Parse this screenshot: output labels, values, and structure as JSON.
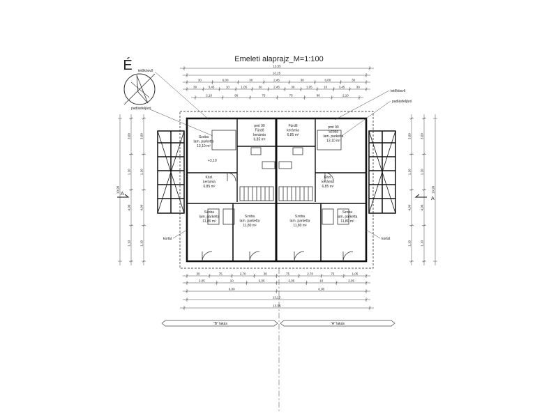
{
  "plan": {
    "title": "Emeleti alaprajz_M=1:100",
    "north": "É",
    "section_a": "A",
    "footer_left": "\"B\" lakás",
    "footer_right": "\"A\" lakás",
    "leader_labels": {
      "telfkosvo_left": "tetőkösvő",
      "padlasfeljaro_left": "padlásfeljáró",
      "tetokosvo_right": "tetőkösvő",
      "padlasfeljaro_right": "padlásfeljáró",
      "korlat_left": "korlát",
      "korlat_right": "korlát"
    },
    "dims_top": {
      "overall": "13,55",
      "sub1": "13,25",
      "r3": [
        "30",
        "6,00",
        "30",
        "2,45",
        "30",
        "6,00",
        "30"
      ],
      "r4": [
        "30",
        "3,45",
        "10",
        "1,05",
        "30",
        "2,45",
        "30",
        "1,05",
        "10",
        "3,45",
        "30"
      ],
      "r5": [
        "2,10",
        "90",
        "75",
        "75",
        "90",
        "2,10"
      ]
    },
    "dims_bottom": {
      "r1": [
        "30",
        "75",
        "2,70",
        "30",
        "75",
        "2,70",
        "75",
        "1,05"
      ],
      "r2": [
        "2,05",
        "10",
        "2,05",
        "2,05",
        "10",
        "2,05"
      ],
      "r3": [
        "6,00",
        "6,00"
      ],
      "sub": "13,25",
      "overall": "13,55"
    },
    "dims_side": {
      "overall": "10,90",
      "parts": [
        "3,60",
        "1,10",
        "4,90",
        "1,10"
      ]
    },
    "rooms": [
      {
        "id": "h-left",
        "lines": [
          "pmt 90",
          "Fürdő",
          "kerámia",
          "6,85 m²"
        ]
      },
      {
        "id": "b1-left",
        "lines": [
          "Szoba",
          "lam. parketta",
          "13,10 m²"
        ]
      },
      {
        "id": "c-left",
        "lines": [
          "Közl.",
          "kerámia",
          "6,85 m²"
        ]
      },
      {
        "id": "b2-left",
        "lines": [
          "Szoba",
          "lam. parketta",
          "11,80 m²"
        ]
      },
      {
        "id": "b3-left",
        "lines": [
          "Szoba",
          "lam. parketta",
          "11,80 m²"
        ]
      },
      {
        "id": "h-right",
        "lines": [
          "Fürdő",
          "kerámia",
          "6,85 m²"
        ]
      },
      {
        "id": "b1-right",
        "lines": [
          "pmt 90",
          "Szoba",
          "lam. parketta",
          "13,10 m²"
        ]
      },
      {
        "id": "c-right",
        "lines": [
          "Közl.",
          "kerámia",
          "6,85 m²"
        ]
      },
      {
        "id": "b2-right",
        "lines": [
          "Szoba",
          "lam. parketta",
          "11,80 m²"
        ]
      },
      {
        "id": "b3-right",
        "lines": [
          "Szoba",
          "lam. parketta",
          "11,80 m²"
        ]
      }
    ],
    "level_mark": "+3,10"
  }
}
